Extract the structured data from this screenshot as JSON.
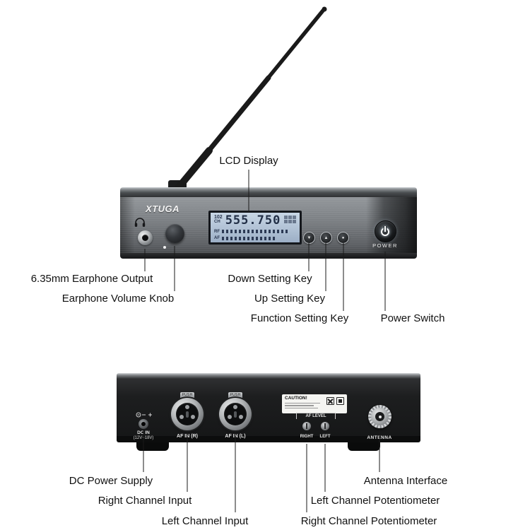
{
  "front_panel": {
    "brand": "XTUGA",
    "lcd": {
      "channel": "102",
      "channel_unit": "CH",
      "frequency": "555.750",
      "rf_label": "RF",
      "af_label": "AF"
    },
    "power_label": "POWER"
  },
  "rear_panel": {
    "dc_in_line1": "DC IN",
    "dc_in_line2": "(12V~18V)",
    "push_label": "PUSH",
    "af_in_r": "AF IN (R)",
    "af_in_l": "AF IN (L)",
    "caution_title": "CAUTION!",
    "af_level": "AF LEVEL",
    "right_label": "RIGHT",
    "left_label": "LEFT",
    "antenna_label": "ANTENNA"
  },
  "icons": {
    "down_key": "▼",
    "up_key": "▲",
    "function_key": "●"
  },
  "annotations": {
    "front": {
      "lcd": "LCD Display",
      "earphone_output": "6.35mm Earphone Output",
      "volume_knob": "Earphone Volume Knob",
      "down_key": "Down Setting Key",
      "up_key": "Up Setting Key",
      "function_key": "Function Setting Key",
      "power_switch": "Power Switch"
    },
    "rear": {
      "dc_power": "DC Power Supply",
      "right_input": "Right Channel Input",
      "left_input": "Left Channel Input",
      "antenna_interface": "Antenna Interface",
      "left_pot": "Left Channel Potentiometer",
      "right_pot": "Right Channel Potentiometer"
    }
  },
  "colors": {
    "panel_gray": "#7d8185",
    "lcd_blue": "#aebfd3",
    "body_black": "#1d1e1f",
    "background": "#ffffff"
  }
}
